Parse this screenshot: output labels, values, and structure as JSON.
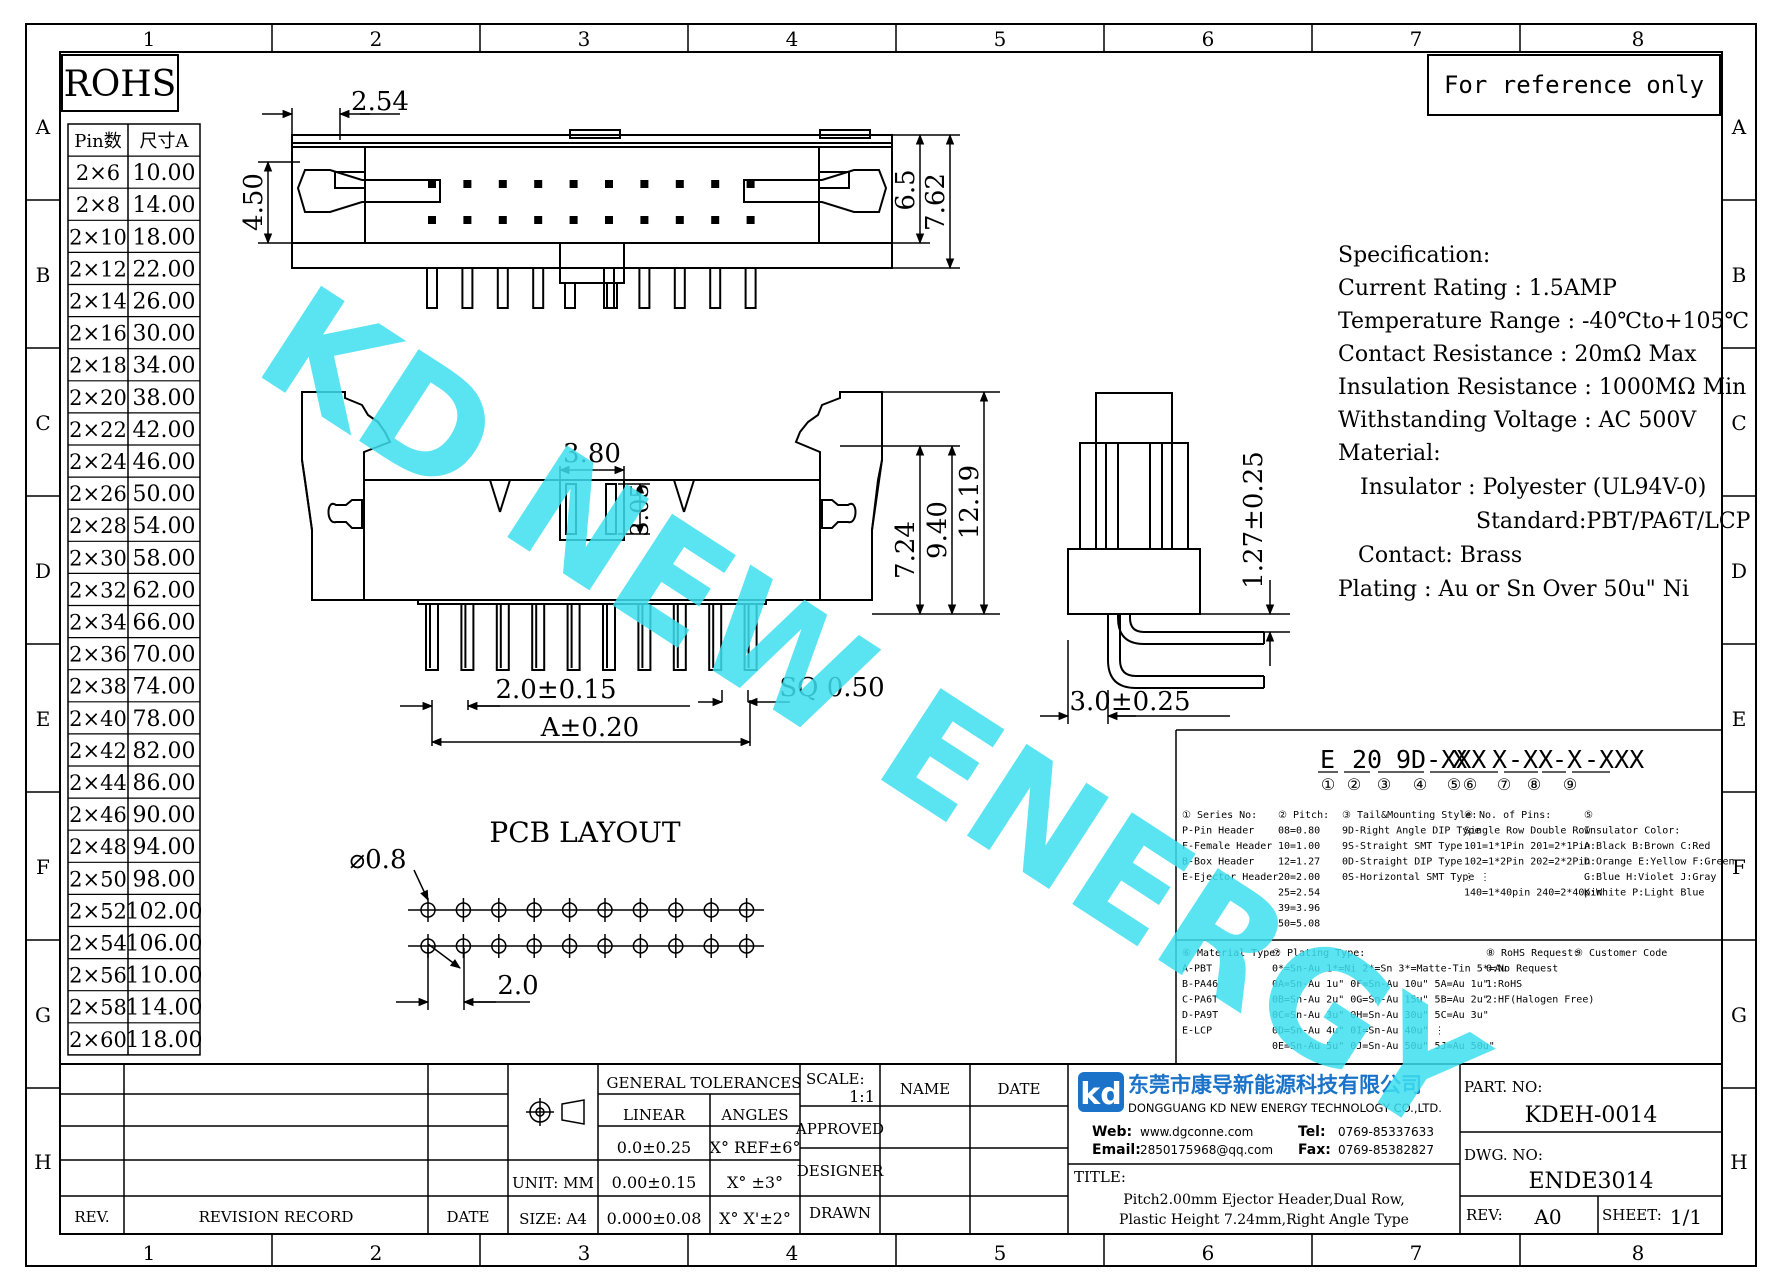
{
  "frame": {
    "columns": [
      "1",
      "2",
      "3",
      "4",
      "5",
      "6",
      "7",
      "8"
    ],
    "rows": [
      "A",
      "B",
      "C",
      "D",
      "E",
      "F",
      "G",
      "H"
    ]
  },
  "rohs": "ROHS",
  "reference_note": "For reference only",
  "watermark": "KD NEW ENERGY",
  "pin_table": {
    "headers": [
      "Pin数",
      "尺寸A"
    ],
    "rows": [
      [
        "2×6",
        "10.00"
      ],
      [
        "2×8",
        "14.00"
      ],
      [
        "2×10",
        "18.00"
      ],
      [
        "2×12",
        "22.00"
      ],
      [
        "2×14",
        "26.00"
      ],
      [
        "2×16",
        "30.00"
      ],
      [
        "2×18",
        "34.00"
      ],
      [
        "2×20",
        "38.00"
      ],
      [
        "2×22",
        "42.00"
      ],
      [
        "2×24",
        "46.00"
      ],
      [
        "2×26",
        "50.00"
      ],
      [
        "2×28",
        "54.00"
      ],
      [
        "2×30",
        "58.00"
      ],
      [
        "2×32",
        "62.00"
      ],
      [
        "2×34",
        "66.00"
      ],
      [
        "2×36",
        "70.00"
      ],
      [
        "2×38",
        "74.00"
      ],
      [
        "2×40",
        "78.00"
      ],
      [
        "2×42",
        "82.00"
      ],
      [
        "2×44",
        "86.00"
      ],
      [
        "2×46",
        "90.00"
      ],
      [
        "2×48",
        "94.00"
      ],
      [
        "2×50",
        "98.00"
      ],
      [
        "2×52",
        "102.00"
      ],
      [
        "2×54",
        "106.00"
      ],
      [
        "2×56",
        "110.00"
      ],
      [
        "2×58",
        "114.00"
      ],
      [
        "2×60",
        "118.00"
      ]
    ]
  },
  "dimensions": {
    "pitch_top": "2.54",
    "h450": "4.50",
    "h65": "6.5",
    "h762": "7.62",
    "w380": "3.80",
    "h305": "3.05",
    "h724": "7.24",
    "h940": "9.40",
    "h1219": "12.19",
    "h127": "1.27±0.25",
    "pitch_bottom": "2.0±0.15",
    "sq": "SQ 0.50",
    "a_dim": "A±0.20",
    "w30": "3.0±0.25",
    "pcb_label": "PCB LAYOUT",
    "hole": "⌀0.8",
    "pcb_pitch": "2.0"
  },
  "spec": {
    "lines": [
      "Specification:",
      "Current Rating : 1.5AMP",
      "Temperature Range : -40℃to+105℃",
      "Contact Resistance : 20mΩ Max",
      "Insulation Resistance : 1000MΩ Min",
      "Withstanding Voltage : AC 500V",
      "Material:",
      "Insulator : Polyester (UL94V-0)",
      "Standard:PBT/PA6T/LCP",
      "Contact: Brass",
      "Plating : Au or Sn Over 50u\" Ni"
    ]
  },
  "part_code": {
    "segments": [
      "E",
      "20",
      "9D-XXX",
      "X",
      "X",
      "-XX",
      "-X",
      "-XXX"
    ],
    "numbers": [
      "①",
      "②",
      "③",
      "④",
      "⑤",
      "⑥",
      "⑦",
      "⑧",
      "⑨"
    ]
  },
  "legend": {
    "series": [
      "① Series No:",
      "P-Pin Header",
      "F-Female Header",
      "B-Box Header",
      "E-Ejector Header"
    ],
    "pitch": [
      "② Pitch:",
      "08=0.80",
      "10=1.00",
      "12=1.27",
      "20=2.00",
      "25=2.54",
      "39=3.96",
      "50=5.08"
    ],
    "tail": [
      "③ Tail&Mounting Style:",
      "9D-Right Angle DIP Type",
      "9S-Straight SMT Type",
      "0D-Straight DIP Type",
      "0S-Horizontal SMT Type"
    ],
    "pins": [
      "④ No. of Pins:",
      "Single Row    Double Row",
      "101=1*1Pin    201=2*1Pin",
      "102=1*2Pin    202=2*2Pin",
      "  ⋮              ⋮",
      "140=1*40pin   240=2*40pin"
    ],
    "colors": [
      "⑤",
      "Insulator Color:",
      "A:Black  B:Brown  C:Red",
      "D:Orange E:Yellow F:Green",
      "G:Blue   H:Violet J:Gray",
      "K:White  P:Light Blue"
    ],
    "material": [
      "⑥ Material Type:",
      "A-PBT",
      "B-PA46",
      "C-PA6T",
      "D-PA9T",
      "E-LCP"
    ],
    "plating": [
      "⑦ Plating Type:",
      "0*=Sn-Au 1*=Ni 2*=Sn 3*=Matte-Tin 5*=Au",
      "0A=Sn-Au 1u\" 0F=Sn-Au 10u\"  5A=Au 1u\"",
      "0B=Sn-Au 2u\" 0G=Sn-Au 15u\"  5B=Au 2u\"",
      "0C=Sn-Au 3u\" 0H=Sn-Au 30u\"  5C=Au 3u\"",
      "0D=Sn-Au 4u\" 0I=Sn-Au 40u\"     ⋮",
      "0E=Sn-Au 5u\" 0J=Sn-Au 50u\"  5J=Au 50u\""
    ],
    "rohs_req": [
      "⑧ RoHS Request:",
      "0:No Request",
      "1:RoHS",
      "2:HF(Halogen Free)"
    ],
    "customer": [
      "⑨ Customer Code"
    ]
  },
  "title_block": {
    "rev": "REV.",
    "revision_record": "REVISION RECORD",
    "date": "DATE",
    "general_tolerances": "GENERAL TOLERANCES",
    "linear": "LINEAR",
    "angles": "ANGLES",
    "tol1_l": "0.0±0.25",
    "tol1_a": "X° REF±6°",
    "tol2_l": "0.00±0.15",
    "tol2_a": "X° ±3°",
    "tol3_l": "0.000±0.08",
    "tol3_a": "X° X'±2°",
    "unit": "UNIT: MM",
    "size": "SIZE: A4",
    "scale_label": "SCALE:",
    "scale_value": "1:1",
    "name": "NAME",
    "date2": "DATE",
    "approved": "APPROVED",
    "designer": "DESIGNER",
    "drawn": "DRAWN",
    "company_cn": "东莞市康导新能源科技有限公司",
    "company_en": "DONGGUANG KD NEW ENERGY TECHNOLOGY CO.,LTD.",
    "web_label": "Web:",
    "web": "www.dgconne.com",
    "tel_label": "Tel:",
    "tel": "0769-85337633",
    "email_label": "Email:",
    "email": "2850175968@qq.com",
    "fax_label": "Fax:",
    "fax": "0769-85382827",
    "title_label": "TITLE:",
    "title1": "Pitch2.00mm Ejector Header,Dual Row,",
    "title2": "Plastic Height 7.24mm,Right Angle Type",
    "part_no_label": "PART. NO:",
    "part_no": "KDEH-0014",
    "dwg_no_label": "DWG. NO:",
    "dwg_no": "ENDE3014",
    "rev_label": "REV:",
    "rev_value": "A0",
    "sheet_label": "SHEET:",
    "sheet_value": "1/1"
  }
}
